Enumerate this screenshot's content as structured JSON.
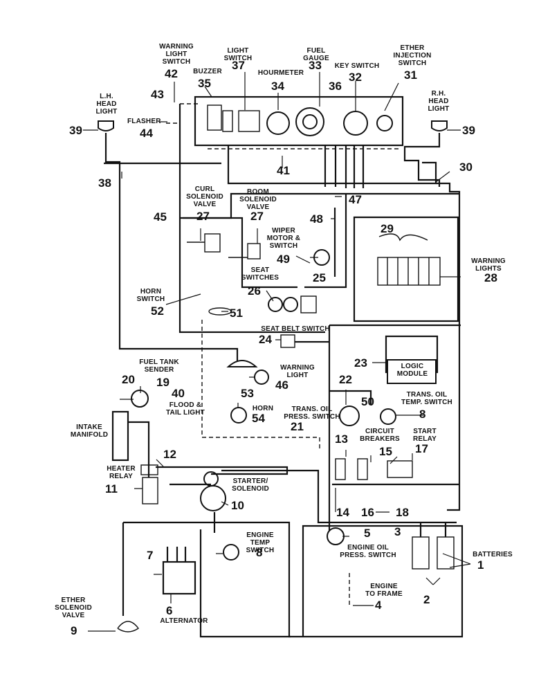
{
  "labels": {
    "warning_light_switch": "WARNING\nLIGHT\nSWITCH",
    "light_switch": "LIGHT\nSWITCH",
    "fuel_gauge": "FUEL\nGAUGE",
    "ether_injection_switch": "ETHER\nINJECTION\nSWITCH",
    "buzzer": "BUZZER",
    "hourmeter": "HOURMETER",
    "key_switch": "KEY SWITCH",
    "lh_head_light": "L.H.\nHEAD\nLIGHT",
    "rh_head_light": "R.H.\nHEAD\nLIGHT",
    "flasher": "FLASHER",
    "curl_solenoid_valve": "CURL\nSOLENOID\nVALVE",
    "boom_solenoid_valve": "BOOM\nSOLENOID\nVALVE",
    "wiper_motor_switch": "WIPER\nMOTOR &\nSWITCH",
    "seat_switches": "SEAT\nSWITCHES",
    "warning_lights": "WARNING\nLIGHTS",
    "horn_switch": "HORN\nSWITCH",
    "seat_belt_switch": "SEAT BELT SWITCH",
    "logic_module": "LOGIC\nMODULE",
    "fuel_tank_sender": "FUEL TANK\nSENDER",
    "warning_light": "WARNING\nLIGHT",
    "flood_tail_light": "FLOOD &\nTAIL LIGHT",
    "horn": "HORN",
    "trans_oil_press_switch": "TRANS. OIL\nPRESS. SWITCH",
    "trans_oil_temp_switch": "TRANS. OIL\nTEMP. SWITCH",
    "intake_manifold": "INTAKE\nMANIFOLD",
    "circuit_breakers": "CIRCUIT\nBREAKERS",
    "start_relay": "START\nRELAY",
    "heater_relay": "HEATER\nRELAY",
    "starter_solenoid": "STARTER/\nSOLENOID",
    "engine_temp_switch": "ENGINE\nTEMP\nSWITCH",
    "engine_oil_press_switch": "ENGINE OIL\nPRESS. SWITCH",
    "batteries": "BATTERIES",
    "engine_to_frame": "ENGINE\nTO FRAME",
    "alternator": "ALTERNATOR",
    "ether_solenoid_valve": "ETHER\nSOLENOID\nVALVE"
  },
  "numbers": {
    "n1": "1",
    "n2": "2",
    "n3": "3",
    "n4": "4",
    "n5": "5",
    "n6": "6",
    "n7": "7",
    "n8a": "8",
    "n8b": "8",
    "n9": "9",
    "n10": "10",
    "n11": "11",
    "n12": "12",
    "n13": "13",
    "n14": "14",
    "n15": "15",
    "n16": "16",
    "n17": "17",
    "n18": "18",
    "n19": "19",
    "n20": "20",
    "n21": "21",
    "n22": "22",
    "n23": "23",
    "n24": "24",
    "n25": "25",
    "n26": "26",
    "n27a": "27",
    "n27b": "27",
    "n28": "28",
    "n29": "29",
    "n30": "30",
    "n31": "31",
    "n32": "32",
    "n33": "33",
    "n34": "34",
    "n35": "35",
    "n36": "36",
    "n37": "37",
    "n38": "38",
    "n39a": "39",
    "n39b": "39",
    "n40": "40",
    "n41": "41",
    "n42": "42",
    "n43": "43",
    "n44": "44",
    "n45": "45",
    "n46": "46",
    "n47": "47",
    "n48": "48",
    "n49": "49",
    "n50": "50",
    "n51": "51",
    "n52": "52",
    "n53": "53",
    "n54": "54"
  }
}
